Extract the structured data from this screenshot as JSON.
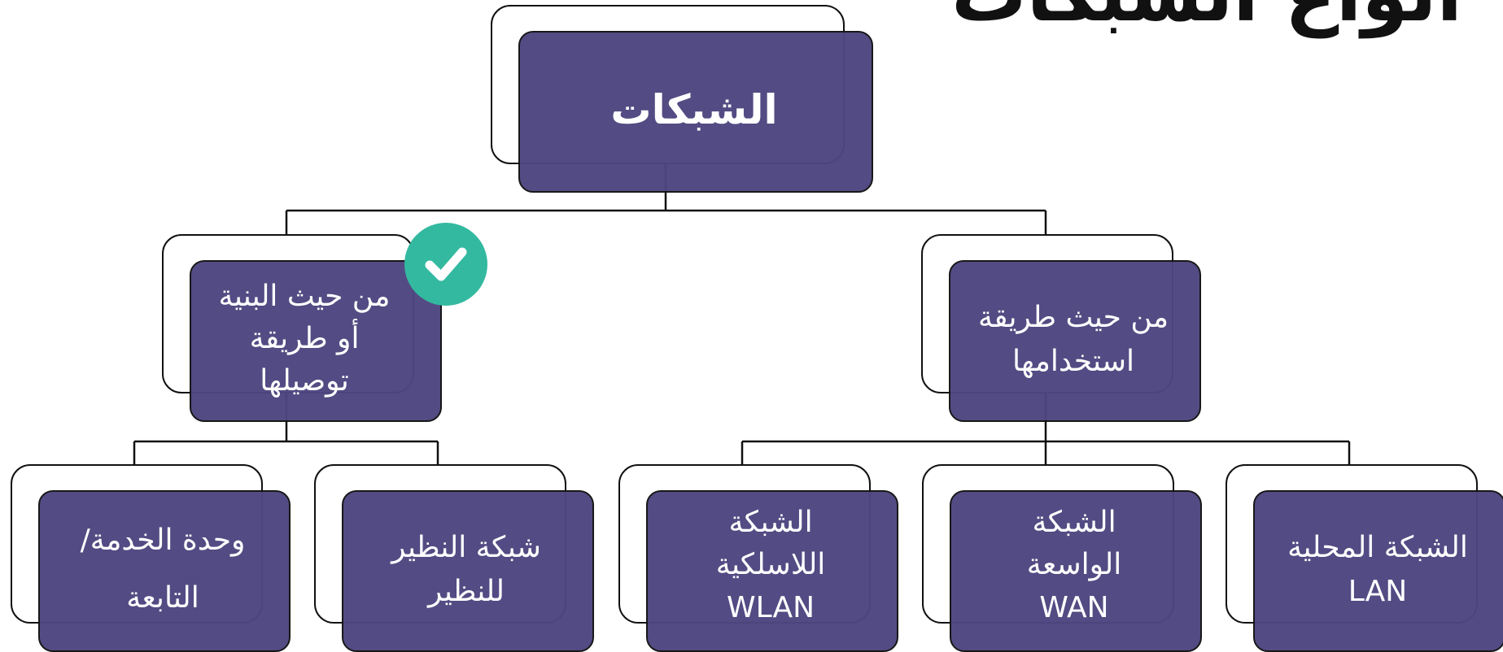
{
  "title": "أنواع الشبكات",
  "root": {
    "label": "الشبكات"
  },
  "categories": [
    {
      "label": [
        "من حيث البنية",
        "أو طريقة",
        "توصيلها"
      ],
      "checked": true,
      "children": [
        {
          "label": [
            "وحدة الخدمة/",
            "التابعة"
          ]
        },
        {
          "label": [
            "شبكة النظير",
            "للنظير"
          ]
        }
      ]
    },
    {
      "label": [
        "من حيث طريقة",
        "استخدامها"
      ],
      "checked": false,
      "children": [
        {
          "label": [
            "الشبكة",
            "اللاسلكية",
            "WLAN"
          ]
        },
        {
          "label": [
            "الشبكة",
            "الواسعة",
            "WAN"
          ]
        },
        {
          "label": [
            "الشبكة المحلية",
            "LAN"
          ]
        }
      ]
    }
  ],
  "colors": {
    "node_fill": "#4e4680",
    "outline": "#111111",
    "check_badge": "#33b9a0",
    "node_text": "#ffffff"
  },
  "icons": {
    "check": "check-icon"
  }
}
